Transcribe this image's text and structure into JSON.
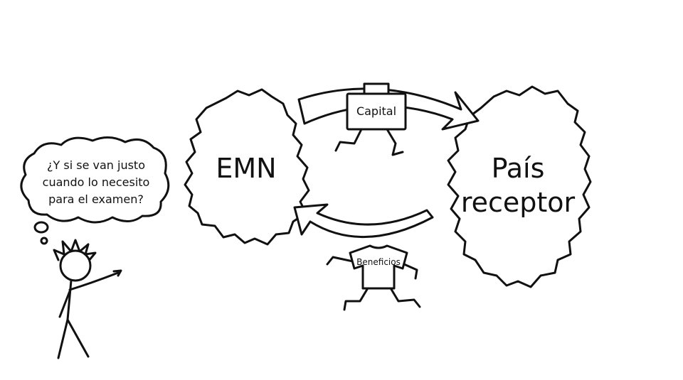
{
  "thought_bubble": {
    "line1": "¿Y si se van justo",
    "line2": "cuando lo necesito",
    "line3": "para el examen?"
  },
  "emn_cloud": {
    "label": "EMN"
  },
  "host_cloud": {
    "line1": "País",
    "line2": "receptor"
  },
  "capital_flow": {
    "label": "Capital"
  },
  "benefits_flow": {
    "label": "Beneficios"
  }
}
